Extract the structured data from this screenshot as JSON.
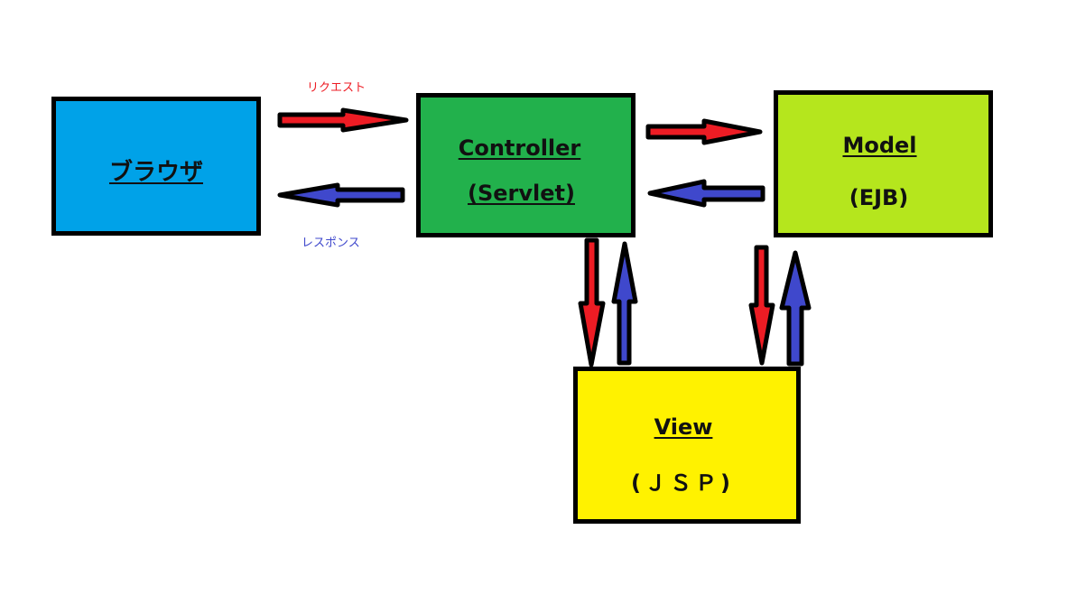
{
  "diagram": {
    "title": "MVC architecture",
    "nodes": {
      "browser": {
        "label": "ブラウザ",
        "sub": "",
        "color": "#00a2e8"
      },
      "controller": {
        "label": "Controller",
        "sub": "(Servlet)",
        "color": "#22b14c"
      },
      "model": {
        "label": "Model",
        "sub": "(EJB)",
        "color": "#b5e61d"
      },
      "view": {
        "label": "View",
        "sub": "(ＪＳＰ)",
        "color": "#fff200"
      }
    },
    "captions": {
      "request": "リクエスト",
      "response": "レスポンス"
    },
    "colors": {
      "request_arrow": "#ed1c24",
      "response_arrow": "#3f48cc",
      "request_text": "#ed1c24",
      "response_text": "#3f48cc"
    },
    "edges": [
      {
        "from": "browser",
        "to": "controller",
        "kind": "request"
      },
      {
        "from": "controller",
        "to": "browser",
        "kind": "response"
      },
      {
        "from": "controller",
        "to": "model",
        "kind": "request"
      },
      {
        "from": "model",
        "to": "controller",
        "kind": "response"
      },
      {
        "from": "controller",
        "to": "view",
        "kind": "request"
      },
      {
        "from": "view",
        "to": "controller",
        "kind": "response"
      },
      {
        "from": "model",
        "to": "view",
        "kind": "request"
      },
      {
        "from": "view",
        "to": "model",
        "kind": "response"
      }
    ]
  }
}
